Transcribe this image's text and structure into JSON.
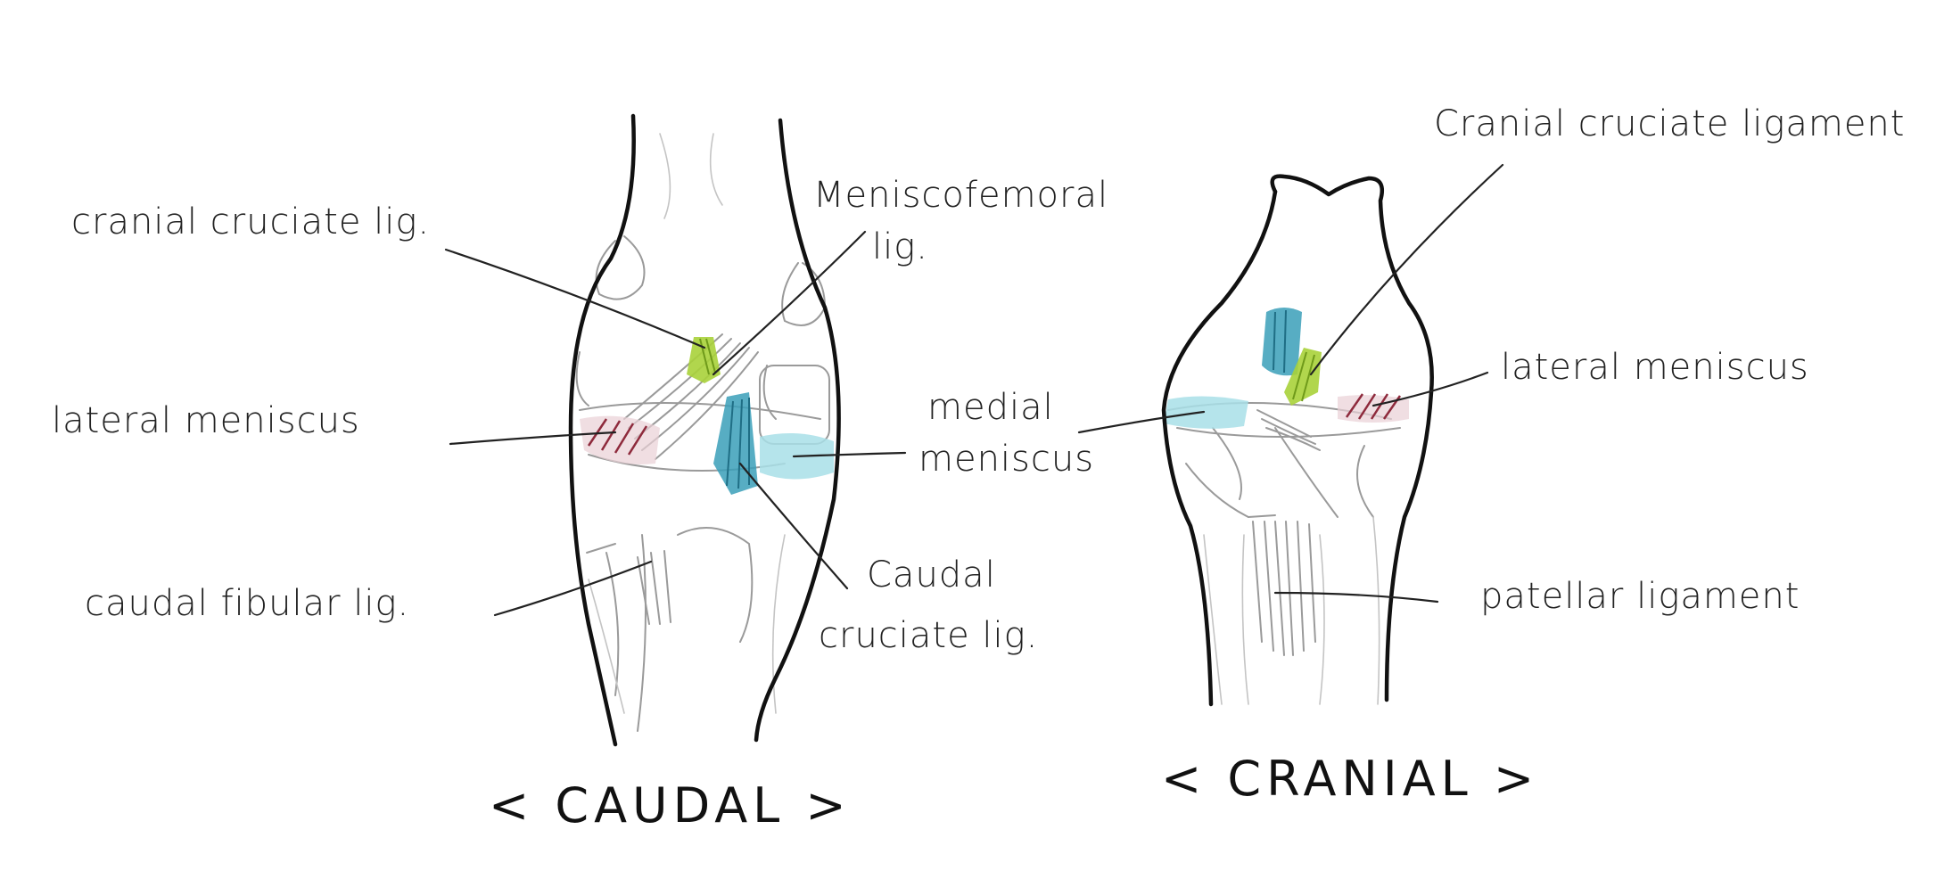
{
  "colors": {
    "cranial_cruciate": "#a9d23a",
    "caudal_cruciate": "#3a9fb8",
    "medial_meniscus": "#a8dfe8",
    "lateral_meniscus": "#8e2a3c",
    "outline": "#111111"
  },
  "caudal_view": {
    "title": "< CAUDAL >",
    "labels": {
      "cranial_cruciate": "cranial cruciate lig.",
      "meniscofemoral_line1": "Meniscofemoral",
      "meniscofemoral_line2": "lig.",
      "lateral_meniscus": "lateral meniscus",
      "medial_meniscus_line1": "medial",
      "medial_meniscus_line2": "meniscus",
      "caudal_fibular": "caudal fibular lig.",
      "caudal_cruciate_line1": "Caudal",
      "caudal_cruciate_line2": "cruciate lig."
    }
  },
  "cranial_view": {
    "title": "< CRANIAL >",
    "labels": {
      "cranial_cruciate": "Cranial cruciate ligament",
      "lateral_meniscus": "lateral meniscus",
      "patellar": "patellar ligament"
    }
  }
}
